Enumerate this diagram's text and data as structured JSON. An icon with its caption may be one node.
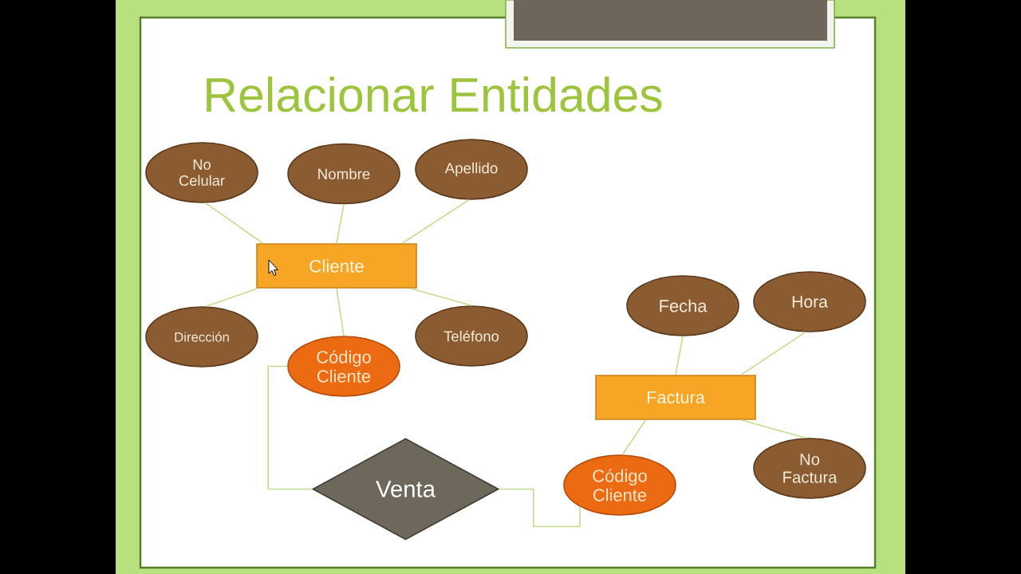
{
  "diagram": {
    "title": "Relacionar Entidades",
    "nodes": [
      {
        "text": [
          "No Celular"
        ]
      },
      {
        "text": [
          "Nombre"
        ]
      },
      {
        "text": [
          "Apellido"
        ]
      },
      {
        "text": [
          "Cliente"
        ]
      },
      {
        "text": [
          "Dirección"
        ]
      },
      {
        "text": [
          "Código Cliente"
        ]
      },
      {
        "text": [
          "Teléfono"
        ]
      },
      {
        "text": [
          "Fecha"
        ]
      },
      {
        "text": [
          "Hora"
        ]
      },
      {
        "text": [
          "Factura"
        ]
      },
      {
        "text": [
          "Venta"
        ]
      },
      {
        "text": [
          "Código Cliente"
        ]
      },
      {
        "text": [
          "No Factura"
        ]
      }
    ],
    "edges": [
      {
        "from": 3,
        "to": 0,
        "arrow": "none"
      },
      {
        "from": 3,
        "to": 1,
        "arrow": "none"
      },
      {
        "from": 3,
        "to": 2,
        "arrow": "none"
      },
      {
        "from": 3,
        "to": 4,
        "arrow": "none"
      },
      {
        "from": 3,
        "to": 5,
        "arrow": "none"
      },
      {
        "from": 3,
        "to": 6,
        "arrow": "none"
      },
      {
        "from": 5,
        "to": 10,
        "arrow": "none"
      },
      {
        "from": 9,
        "to": 7,
        "arrow": "none"
      },
      {
        "from": 9,
        "to": 8,
        "arrow": "none"
      },
      {
        "from": 9,
        "to": 11,
        "arrow": "none"
      },
      {
        "from": 9,
        "to": 12,
        "arrow": "none"
      },
      {
        "from": 10,
        "to": 11,
        "arrow": "none"
      }
    ]
  }
}
